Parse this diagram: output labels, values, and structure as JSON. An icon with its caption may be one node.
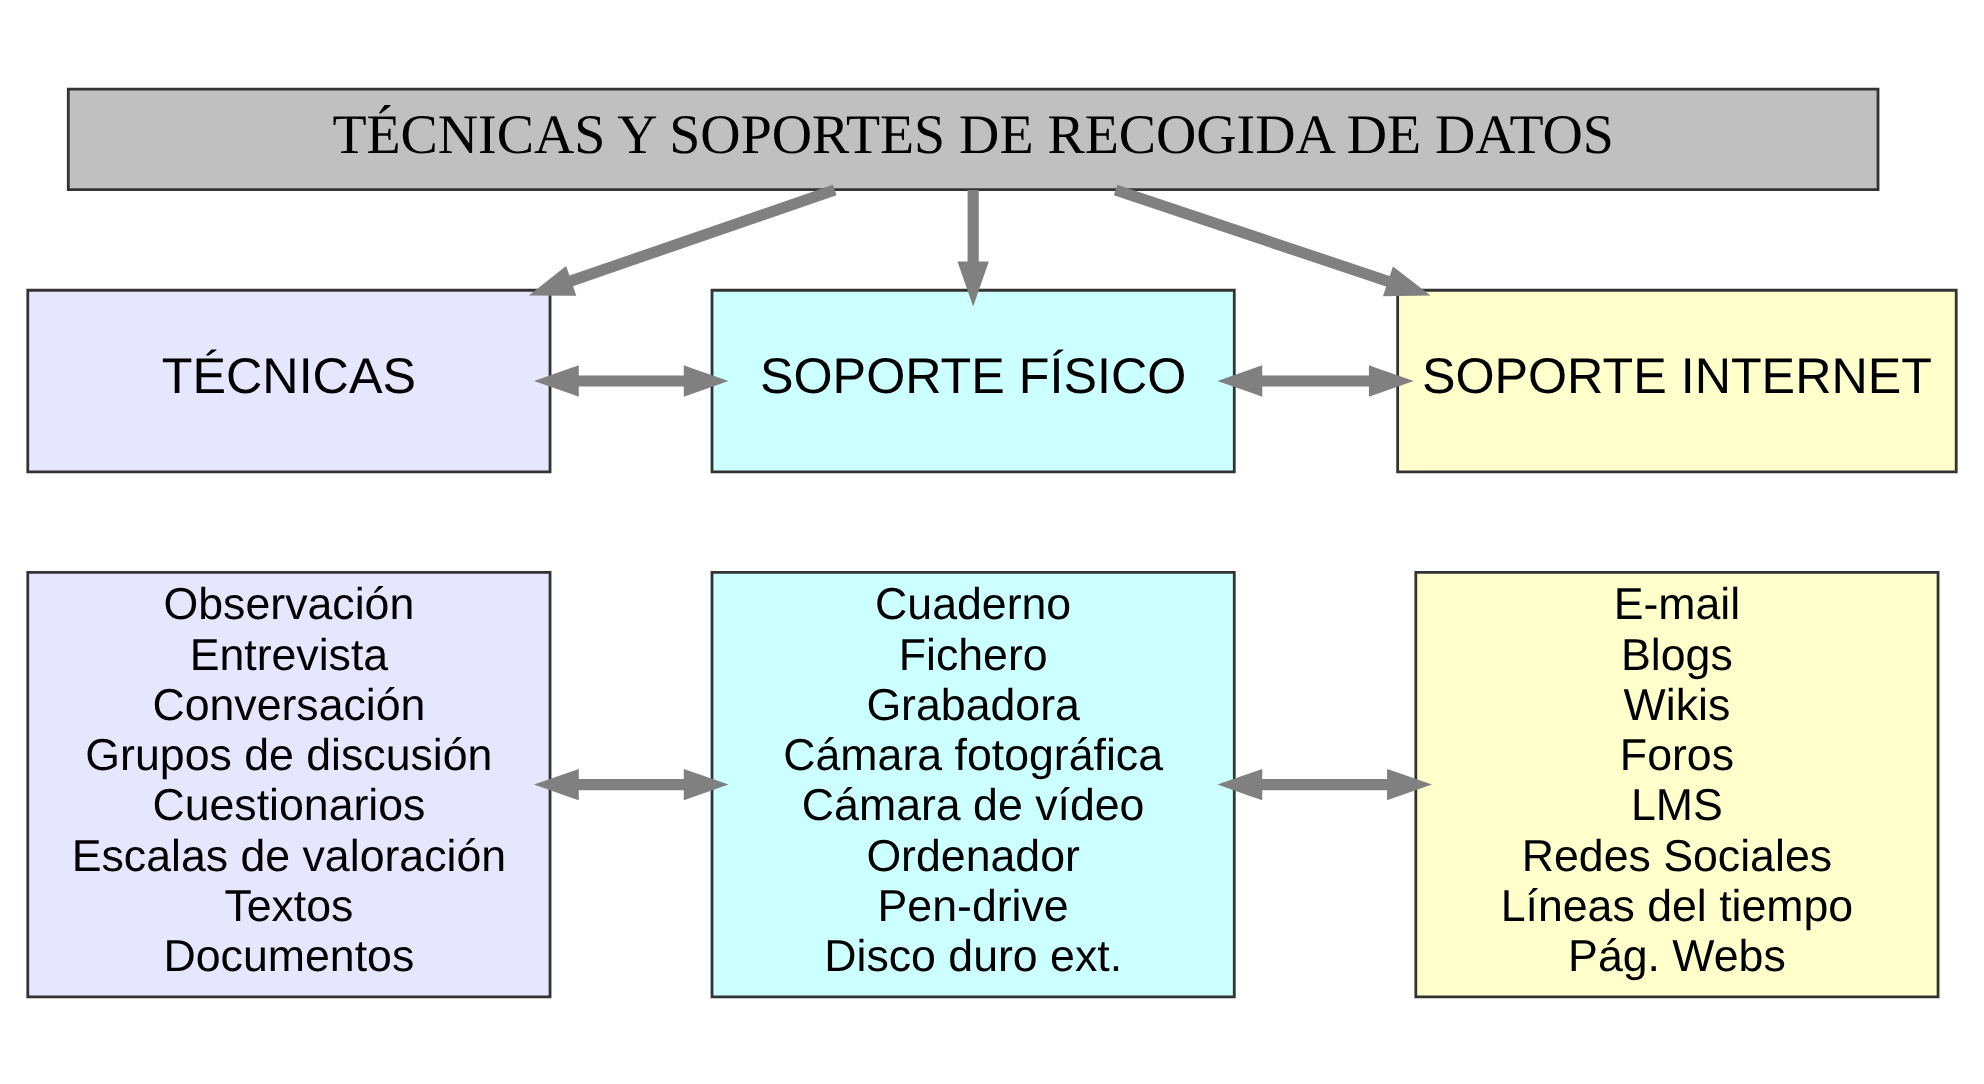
{
  "diagram": {
    "nodes": [
      {
        "text": [
          "TÉCNICAS Y SOPORTES DE RECOGIDA DE DATOS"
        ]
      },
      {
        "text": [
          "TÉCNICAS"
        ]
      },
      {
        "text": [
          "Observación",
          "Entrevista",
          "Conversación",
          "Grupos de discusión",
          "Cuestionarios",
          "Escalas de valoración",
          "Textos",
          "Documentos"
        ]
      },
      {
        "text": [
          "SOPORTE FÍSICO"
        ]
      },
      {
        "text": [
          "Cuaderno",
          "Fichero",
          "Grabadora",
          "Cámara fotográfica",
          "Cámara de vídeo",
          "Ordenador",
          "Pen-drive",
          "Disco duro ext."
        ]
      },
      {
        "text": [
          "SOPORTE INTERNET"
        ]
      },
      {
        "text": [
          "E-mail",
          "Blogs",
          "Wikis",
          "Foros",
          "LMS",
          "Redes Sociales",
          "Líneas del tiempo",
          "Pág. Webs"
        ]
      }
    ],
    "edges": [
      {
        "from": 0,
        "to": 1,
        "arrow": "to"
      },
      {
        "from": 0,
        "to": 3,
        "arrow": "to"
      },
      {
        "from": 0,
        "to": 5,
        "arrow": "to"
      },
      {
        "from": 1,
        "to": 3,
        "arrow": "both"
      },
      {
        "from": 3,
        "to": 5,
        "arrow": "both"
      },
      {
        "from": 2,
        "to": 4,
        "arrow": "both"
      },
      {
        "from": 4,
        "to": 6,
        "arrow": "both"
      }
    ]
  }
}
